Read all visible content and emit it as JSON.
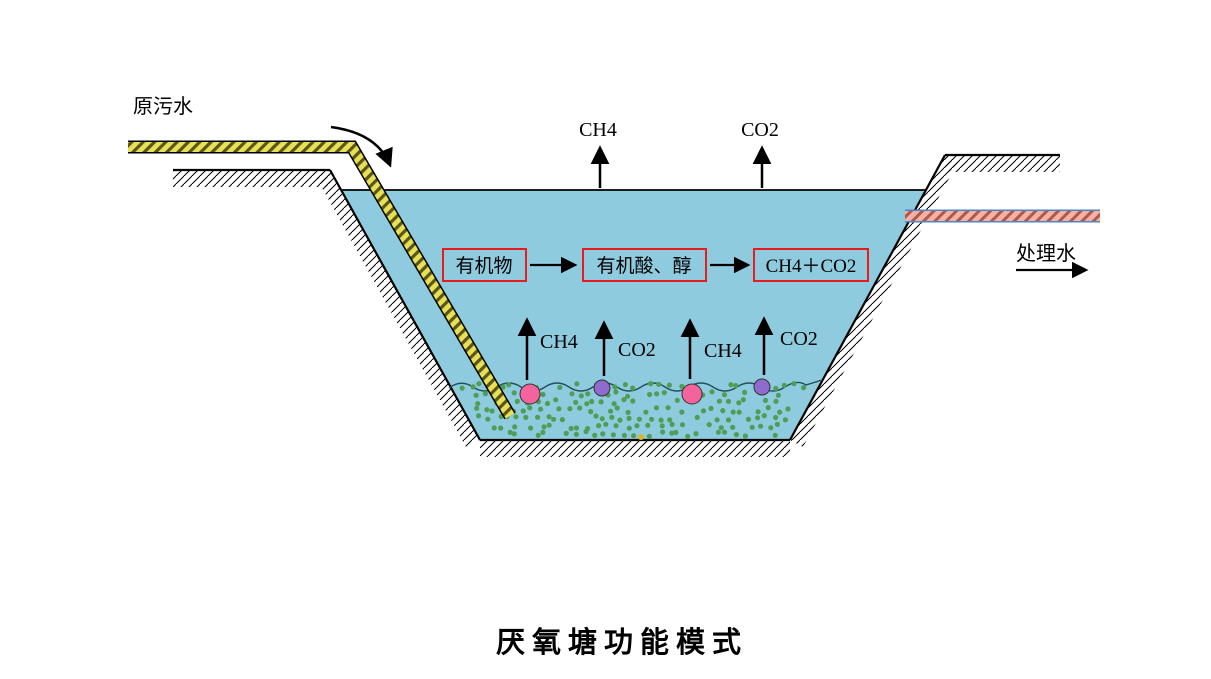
{
  "title": "厌氧塘功能模式",
  "pond": {
    "inlet_label": "原污水",
    "outlet_label": "处理水",
    "surface_gas": {
      "ch4": "CH4",
      "co2": "CO2"
    },
    "process_chain": {
      "step1": "有机物",
      "step2": "有机酸、醇",
      "step3": "CH4＋CO2"
    },
    "sludge_gas": [
      "CH4",
      "CO2",
      "CH4",
      "CO2"
    ]
  },
  "colors": {
    "water": "#8fcbde",
    "edge": "#000000",
    "box_border": "#e81c1c",
    "bubble_pink": "#f4649c",
    "bubble_purple": "#8f6bcf",
    "sludge_dot": "#4e9e56",
    "sludge_dot_alt": "#d8b62a",
    "inlet_pipe_bg": "#e8e157",
    "inlet_pipe_stripe": "#5a5518",
    "outlet_pipe_bg": "#f4b2a4",
    "outlet_pipe_stripe": "#b0584a",
    "outlet_pipe_border": "#4a86c8"
  }
}
